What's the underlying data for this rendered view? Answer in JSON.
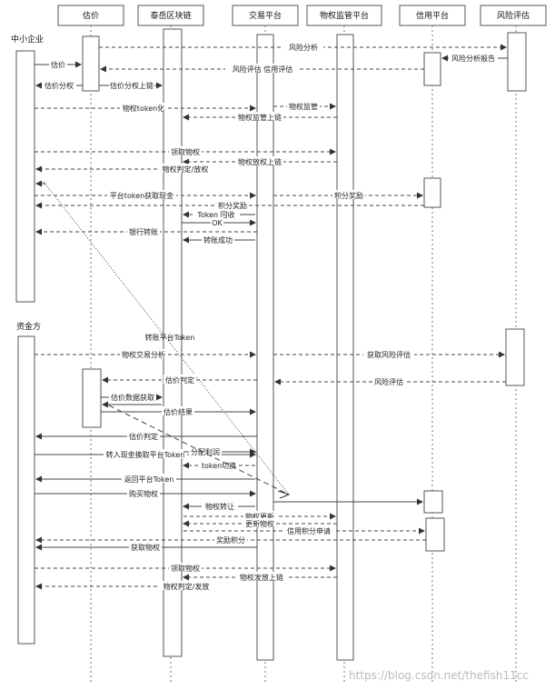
{
  "participants": [
    {
      "key": "valuation",
      "label": "估价"
    },
    {
      "key": "chain",
      "label": "泰岳区块链"
    },
    {
      "key": "trading",
      "label": "交易平台"
    },
    {
      "key": "supervision",
      "label": "物权监管平台"
    },
    {
      "key": "credit",
      "label": "信用平台"
    },
    {
      "key": "risk",
      "label": "风险评估"
    }
  ],
  "sections": {
    "sme": "中小企业",
    "funder": "资金方"
  },
  "messages": {
    "m1": "风险分析",
    "m2": "风险分析报告",
    "m3": "估价",
    "m4": "风险评估 信用评估",
    "m5": "估价分权",
    "m6": "估价分权上链",
    "m7": "物权token化",
    "m8": "物权监管",
    "m9": "物权监管上链",
    "m10": "领取物权",
    "m11": "物权放权上链",
    "m12": "物权判定/放权",
    "m13": "平台token获取现金",
    "m14": "积分奖励",
    "m15": "积分奖励",
    "m16": "Token 回收",
    "m17": "OK",
    "m18": "银行转账",
    "m19": "转账成功",
    "m20": "转账平台Token",
    "m21": "物权交易分析",
    "m22": "获取风险评估",
    "m23": "估价判定",
    "m24": "风险评估",
    "m25": "估价数据获取",
    "m26": "估价结果",
    "m27": "估价判定",
    "m28": "转入现金换取平台Token",
    "m29": "分配利润",
    "m30": "token切换",
    "m31": "返回平台Token",
    "m32": "购买物权",
    "m33": "物权转让",
    "m34": "物权更新",
    "m35": "更新物权",
    "m36": "信用积分申请",
    "m37": "奖励积分",
    "m38": "获取物权",
    "m39": "领取物权",
    "m40": "物权发放上链",
    "m41": "物权判定/发放"
  },
  "watermark": "https://blog.csdn.net/thefish11cc"
}
